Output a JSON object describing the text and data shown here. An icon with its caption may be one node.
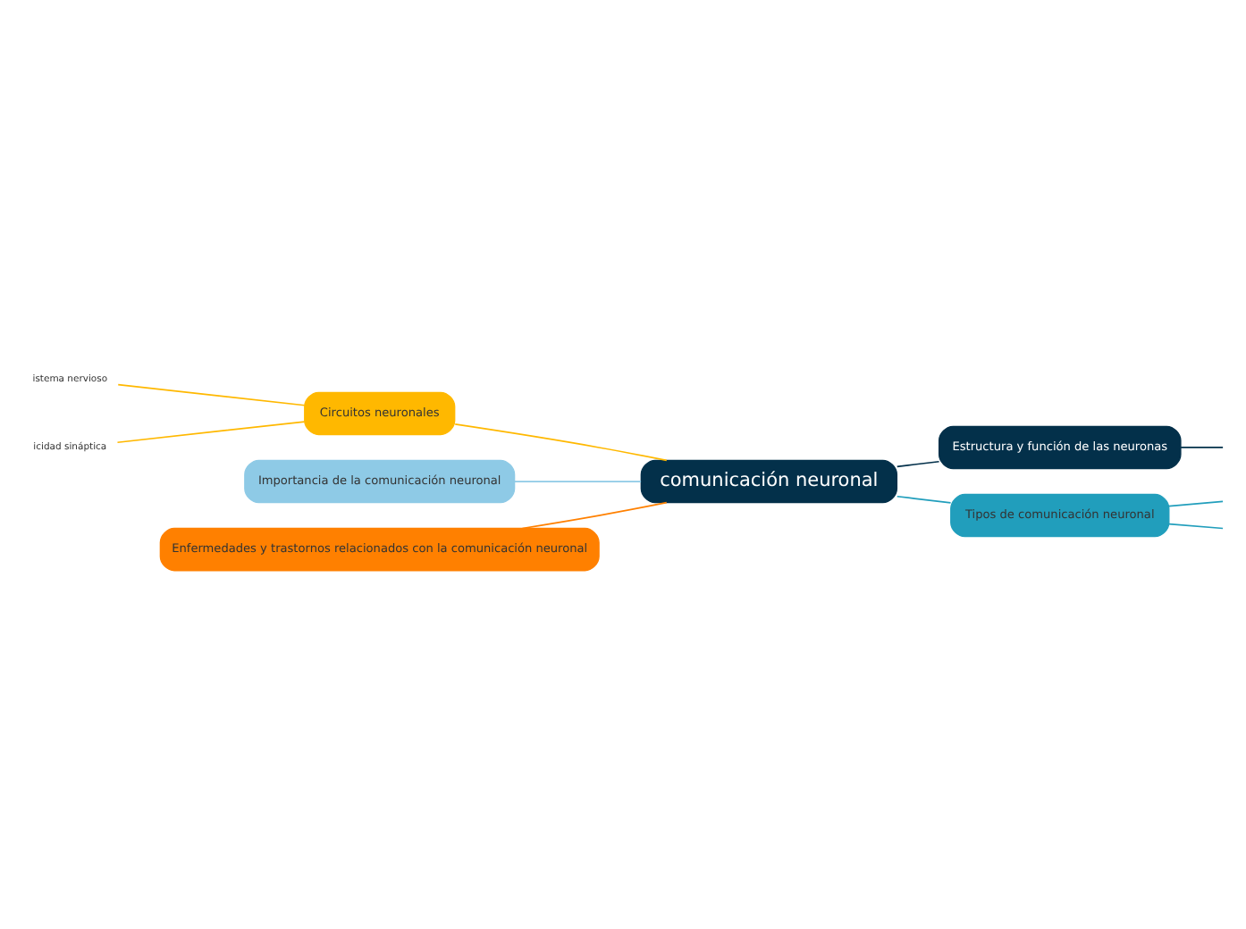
{
  "diagram": {
    "nodes": [
      {
        "text": [
          "comunicación neuronal"
        ]
      },
      {
        "text": [
          "Circuitos neuronales"
        ]
      },
      {
        "text": [
          "istema nervioso"
        ]
      },
      {
        "text": [
          "icidad sináptica"
        ]
      },
      {
        "text": [
          "Importancia de la comunicación neuronal"
        ]
      },
      {
        "text": [
          "Enfermedades y trastornos relacionados con la comunicación neuronal"
        ]
      },
      {
        "text": [
          "Estructura y función de las neuronas"
        ]
      },
      {
        "text": [
          "Tipos de comunicación neuronal"
        ]
      }
    ],
    "edges": [
      {
        "from": 0,
        "to": 1,
        "arrow": "none",
        "color": "#ffb800"
      },
      {
        "from": 1,
        "to": 2,
        "arrow": "none",
        "color": "#ffb800"
      },
      {
        "from": 1,
        "to": 3,
        "arrow": "none",
        "color": "#ffb800"
      },
      {
        "from": 0,
        "to": 4,
        "arrow": "none",
        "color": "#8ecae6"
      },
      {
        "from": 0,
        "to": 5,
        "arrow": "none",
        "color": "#ff8000"
      },
      {
        "from": 0,
        "to": 6,
        "arrow": "none",
        "color": "#03304a"
      },
      {
        "from": 6,
        "to": null,
        "arrow": "none",
        "color": "#03304a"
      },
      {
        "from": 0,
        "to": 7,
        "arrow": "none",
        "color": "#219ebc"
      },
      {
        "from": 7,
        "to": null,
        "arrow": "none",
        "color": "#219ebc"
      },
      {
        "from": 7,
        "to": null,
        "arrow": "none",
        "color": "#219ebc"
      }
    ]
  }
}
